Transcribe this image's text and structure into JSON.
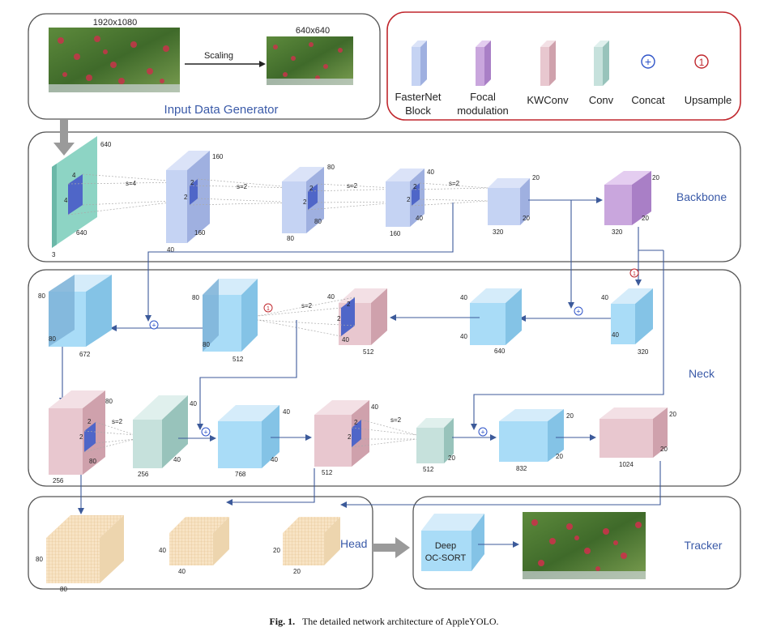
{
  "input": {
    "res_full": "1920x1080",
    "res_scaled": "640x640",
    "scaling": "Scaling",
    "label": "Input Data Generator"
  },
  "legend": {
    "fasternet_l1": "FasterNet",
    "fasternet_l2": "Block",
    "focal_l1": "Focal",
    "focal_l2": "modulation",
    "kwconv": "KWConv",
    "conv": "Conv",
    "concat": "Concat",
    "upsample": "Upsample",
    "concat_symbol": "+",
    "upsample_symbol": "1"
  },
  "sections": {
    "backbone": "Backbone",
    "neck": "Neck",
    "head": "Head",
    "tracker": "Tracker"
  },
  "backbone_dims": {
    "in_640_top": "640",
    "in_640_bottom": "640",
    "in_3": "3",
    "k_4a": "4",
    "k_4b": "4",
    "s4": "s=4",
    "b2_160a": "160",
    "b2_160b": "160",
    "b2_40": "40",
    "b2_2a": "2",
    "b2_2b": "2",
    "s2a": "s=2",
    "b3_80a": "80",
    "b3_80b": "80",
    "b3_80c": "80",
    "b3_2a": "2",
    "b3_2b": "2",
    "s2b": "s=2",
    "b4_40": "40",
    "b4_40b": "40",
    "b4_160": "160",
    "b4_2a": "2",
    "b4_2b": "2",
    "s2c": "s=2",
    "b5_20a": "20",
    "b5_20b": "20",
    "b5_320": "320",
    "b6_20a": "20",
    "b6_20b": "20",
    "b6_320": "320"
  },
  "neck_dims": {
    "n1_80a": "80",
    "n1_80b": "80",
    "n1_672": "672",
    "n2_80a": "80",
    "n2_80b": "80",
    "n2_512": "512",
    "n3_40a": "40",
    "n3_40b": "40",
    "n3_512": "512",
    "n3_2a": "2",
    "n3_2b": "2",
    "s2": "s=2",
    "n4_40a": "40",
    "n4_40b": "40",
    "n4_640": "640",
    "n5_40a": "40",
    "n5_40b": "40",
    "n5_320": "320",
    "r1_80a": "80",
    "r1_80b": "80",
    "r1_256": "256",
    "r1_2a": "2",
    "r1_2b": "2",
    "r1_s2": "s=2",
    "r2_40a": "40",
    "r2_40b": "40",
    "r2_256": "256",
    "r3_40": "40",
    "r3_40b": "40",
    "r3_768": "768",
    "r4_40": "40",
    "r4_512": "512",
    "r4_2a": "2",
    "r4_2b": "2",
    "r4_s2": "s=2",
    "r5_20": "20",
    "r5_512": "512",
    "r6_20a": "20",
    "r6_20b": "20",
    "r6_832": "832",
    "r7_20a": "20",
    "r7_20b": "20",
    "r7_1024": "1024"
  },
  "head_dims": {
    "h1_80a": "80",
    "h1_80b": "80",
    "h2_40a": "40",
    "h2_40b": "40",
    "h3_20a": "20",
    "h3_20b": "20"
  },
  "tracker": {
    "l1": "Deep",
    "l2": "OC-SORT"
  },
  "caption": {
    "prefix": "Fig. 1.",
    "text": "The detailed network architecture of AppleYOLO."
  },
  "colors": {
    "fasternet": "#c5d3f3",
    "focal": "#c9a6dd",
    "kwconv": "#e8c7cf",
    "conv": "#c6e1dc",
    "blue": "#a9dcf7",
    "orange": "#f8e3c4",
    "arrow": "#3c5a9a",
    "green": "#8dd4c4",
    "kernel": "#4f66c8",
    "legend_border": "#c0272d",
    "concat": "#2f54c8",
    "upsample": "#c0272d"
  }
}
